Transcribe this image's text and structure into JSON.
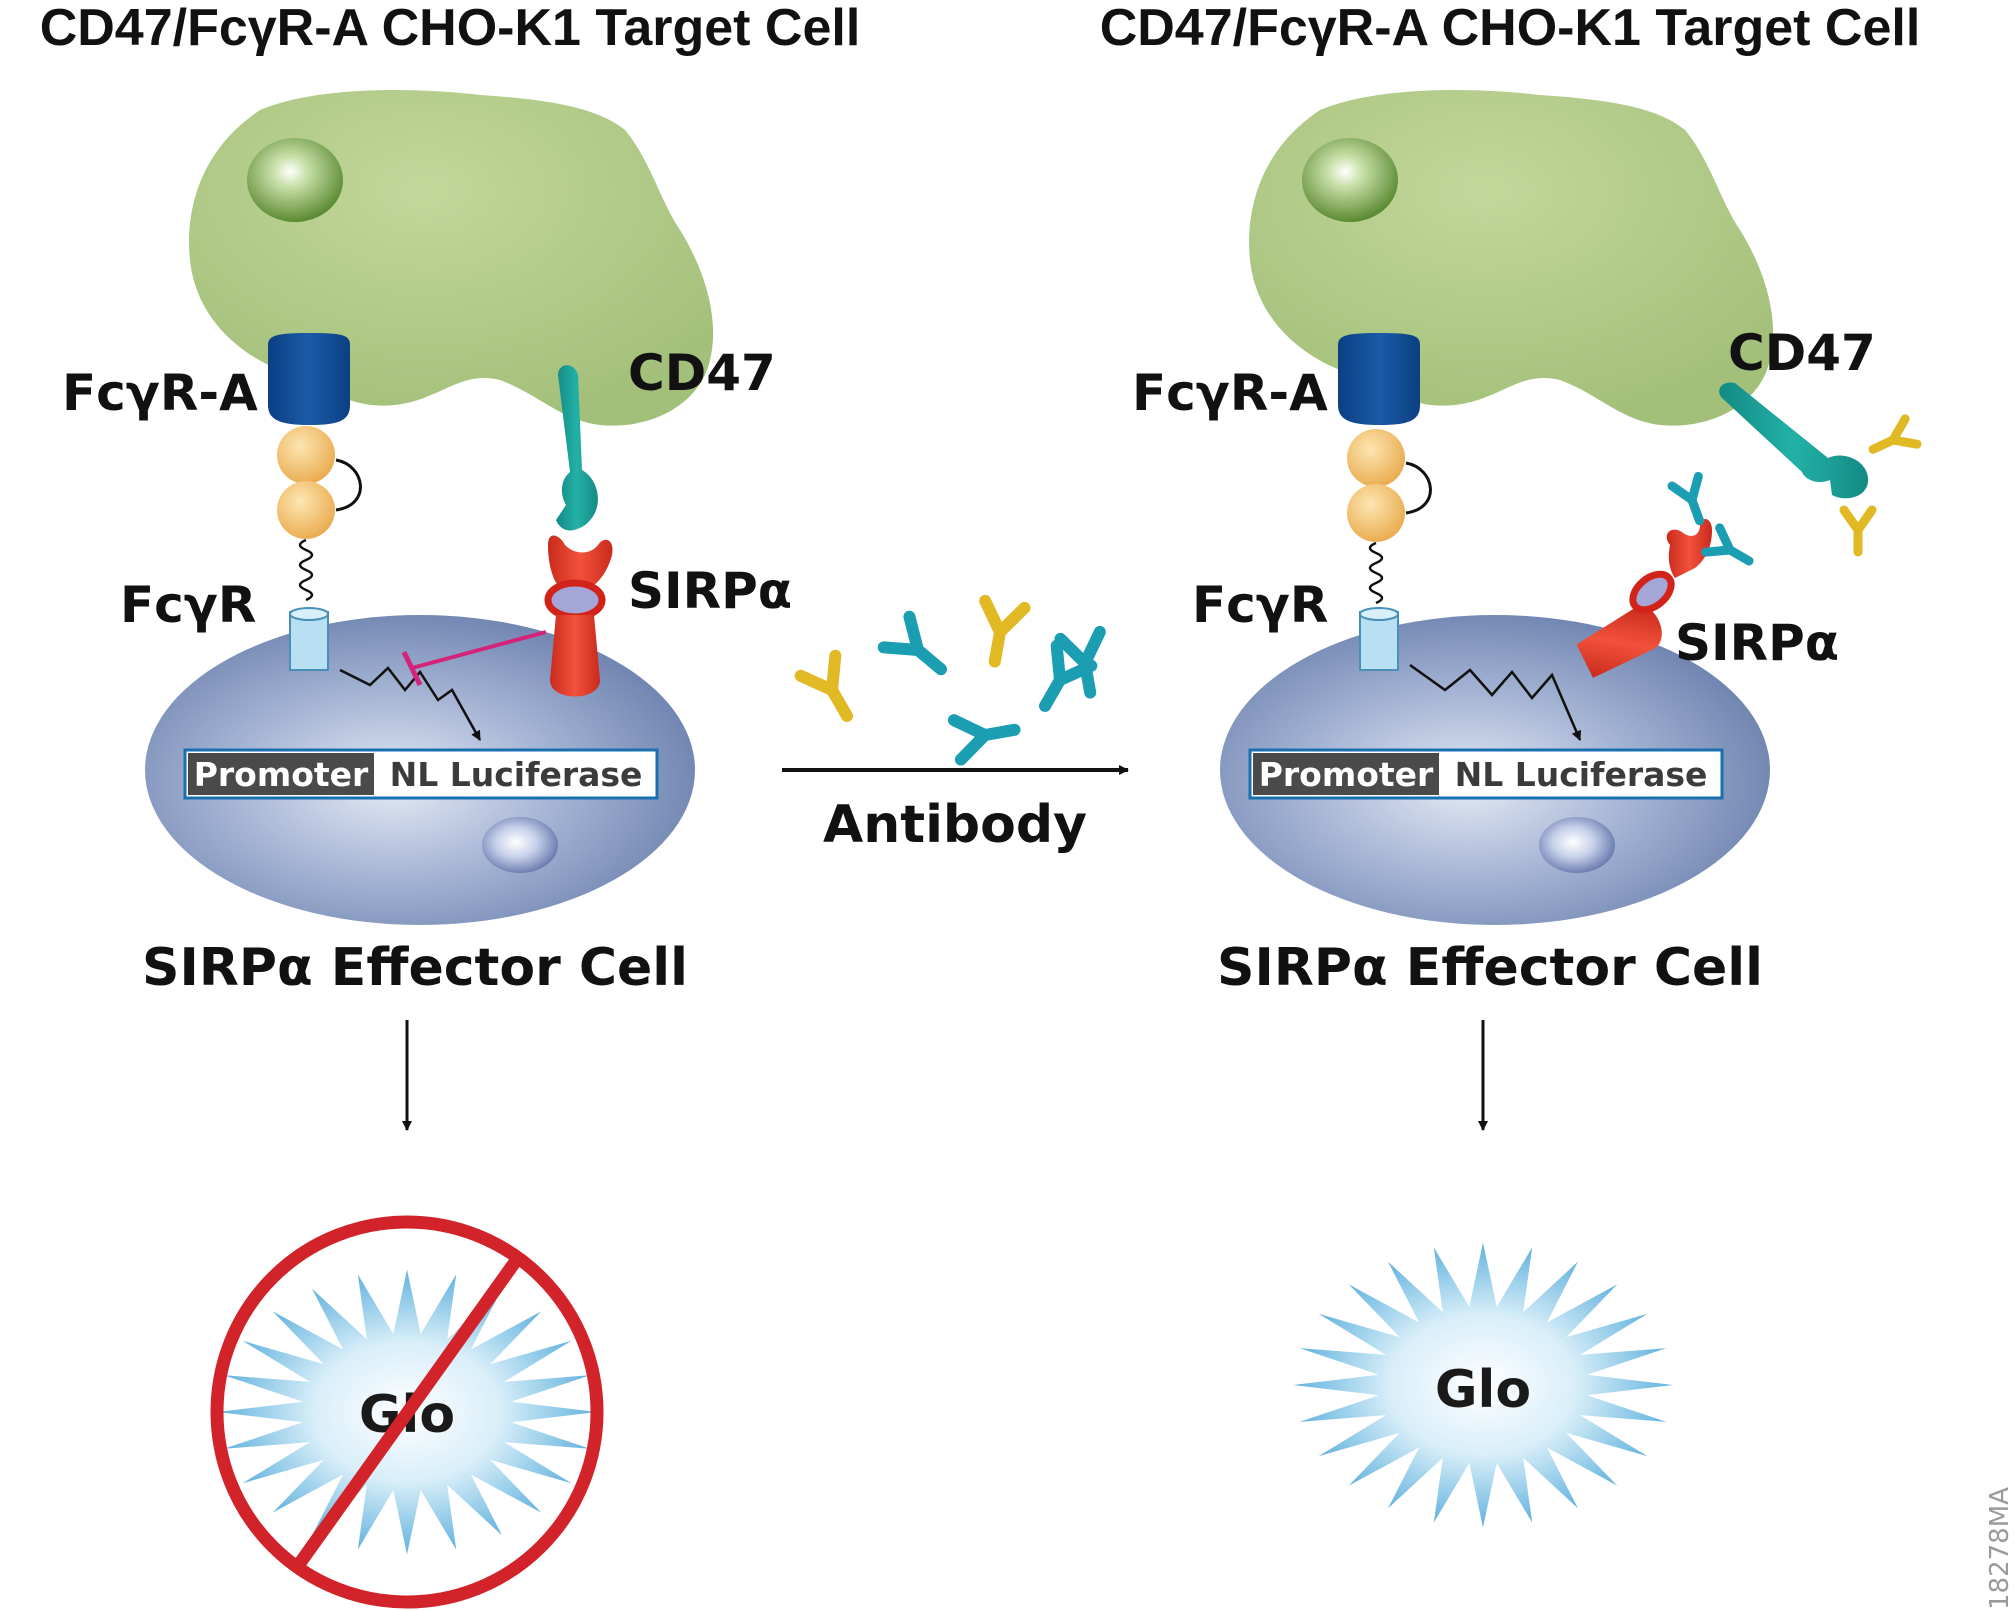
{
  "left_panel": {
    "target_cell_title": "CD47/FcγR-A CHO-K1 Target Cell",
    "fcgr_a_label": "FcγR-A",
    "cd47_label": "CD47",
    "fcgr_label": "FcγR",
    "sirpa_label": "SIRPα",
    "promoter_label": "Promoter",
    "luciferase_label": "NL Luciferase",
    "effector_cell_caption": "SIRPα Effector Cell",
    "glo_label": "Glo"
  },
  "middle": {
    "antibody_label": "Antibody"
  },
  "right_panel": {
    "target_cell_title": "CD47/FcγR-A CHO-K1 Target Cell",
    "fcgr_a_label": "FcγR-A",
    "cd47_label": "CD47",
    "fcgr_label": "FcγR",
    "sirpa_label": "SIRPα",
    "promoter_label": "Promoter",
    "luciferase_label": "NL Luciferase",
    "effector_cell_caption": "SIRPα Effector Cell",
    "glo_label": "Glo"
  },
  "figure_id": "18278MA",
  "colors": {
    "target_cell": "#b4cc86",
    "effector_cell": "#7d92bb",
    "fcgr_a": "#124f99",
    "cd47": "#1aa39a",
    "sirpa": "#e8412c",
    "antibody_yellow": "#e1b925",
    "antibody_teal": "#1b9db2",
    "inhibition": "#d4237a",
    "prohibition": "#d2232a",
    "glo_burst": "#6ab8e0"
  }
}
